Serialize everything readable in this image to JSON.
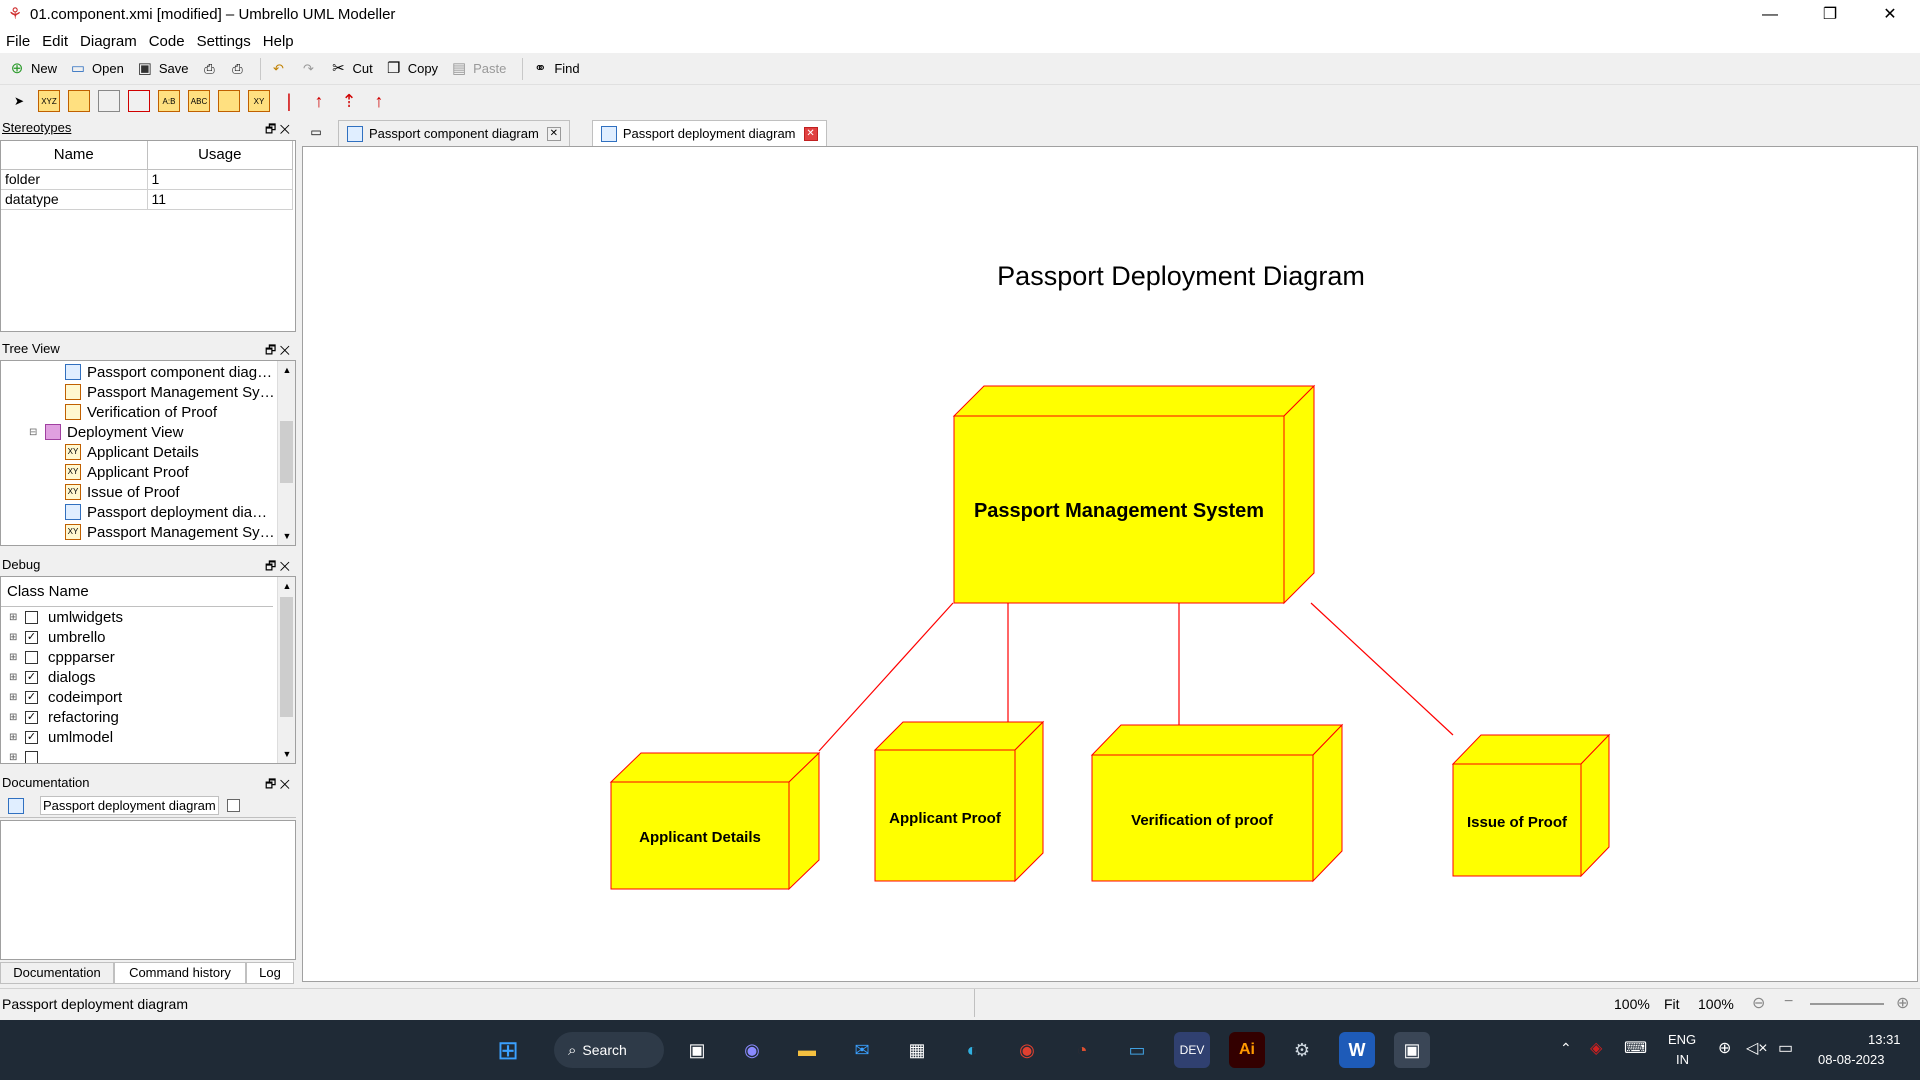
{
  "window": {
    "title": "01.component.xmi [modified] – Umbrello UML Modeller",
    "controls": {
      "minimize": "—",
      "restore": "❐",
      "close": "✕"
    }
  },
  "menu": [
    "File",
    "Edit",
    "Diagram",
    "Code",
    "Settings",
    "Help"
  ],
  "toolbar": {
    "new_label": "New",
    "open_label": "Open",
    "save_label": "Save",
    "cut_label": "Cut",
    "copy_label": "Copy",
    "paste_label": "Paste",
    "find_label": "Find"
  },
  "stereotypes": {
    "title": "Stereotypes",
    "columns": [
      "Name",
      "Usage"
    ],
    "rows": [
      {
        "name": "folder",
        "usage": "1"
      },
      {
        "name": "datatype",
        "usage": "11"
      }
    ]
  },
  "tree": {
    "title": "Tree View",
    "items": [
      "Passport component diag…",
      "Passport Management Sy…",
      "Verification of Proof",
      "Deployment View",
      "Applicant Details",
      "Applicant Proof",
      "Issue of Proof",
      "Passport deployment dia…",
      "Passport Management Sy…"
    ]
  },
  "debug": {
    "title": "Debug",
    "column": "Class Name",
    "rows": [
      {
        "name": "umlwidgets",
        "checked": ""
      },
      {
        "name": "umbrello",
        "checked": "✓"
      },
      {
        "name": "cppparser",
        "checked": ""
      },
      {
        "name": "dialogs",
        "checked": "✓"
      },
      {
        "name": "codeimport",
        "checked": "✓"
      },
      {
        "name": "refactoring",
        "checked": "✓"
      },
      {
        "name": "umlmodel",
        "checked": "✓"
      },
      {
        "name": "",
        "checked": ""
      }
    ]
  },
  "documentation": {
    "title": "Documentation",
    "field": "Passport deployment diagram",
    "tabs": [
      "Documentation",
      "Command history",
      "Log"
    ]
  },
  "tabs": [
    {
      "label": "Passport component diagram"
    },
    {
      "label": "Passport deployment diagram"
    }
  ],
  "diagram": {
    "title": "Passport Deployment Diagram",
    "main_node": "Passport Management System",
    "nodes": [
      "Applicant Details",
      "Applicant Proof",
      "Verification of proof",
      "Issue of Proof"
    ],
    "node_fill": "#ffff00",
    "node_stroke": "#ff0000"
  },
  "status": {
    "text": "Passport deployment diagram",
    "zoom1": "100%",
    "fit": "Fit",
    "zoom2": "100%"
  },
  "taskbar": {
    "search": "Search",
    "lang1": "ENG",
    "lang2": "IN",
    "time": "13:31",
    "date": "08-08-2023"
  }
}
